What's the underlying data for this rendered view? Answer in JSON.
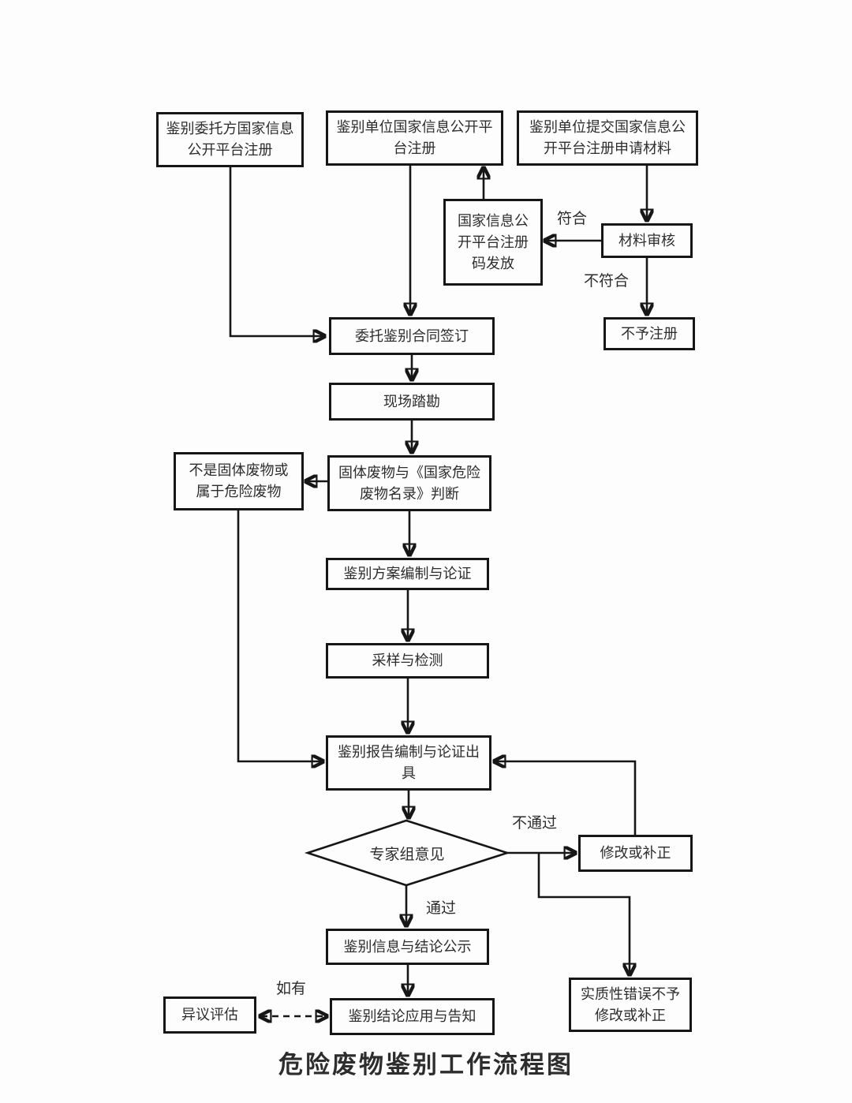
{
  "title": "危险废物鉴别工作流程图",
  "nodes": {
    "client_register": {
      "label": "鉴别委托方国家信息公开平台注册"
    },
    "unit_register": {
      "label": "鉴别单位国家信息公开平台注册"
    },
    "unit_submit": {
      "label": "鉴别单位提交国家信息公开平台注册申请材料"
    },
    "code_issue": {
      "label": "国家信息公开平台注册码发放"
    },
    "material_review": {
      "label": "材料审核"
    },
    "no_register": {
      "label": "不予注册"
    },
    "contract": {
      "label": "委托鉴别合同签订"
    },
    "site_survey": {
      "label": "现场踏勘"
    },
    "solid_waste_judge": {
      "label": "固体废物与《国家危险废物名录》判断"
    },
    "not_solid_waste": {
      "label": "不是固体废物或属于危险废物"
    },
    "plan": {
      "label": "鉴别方案编制与论证"
    },
    "sampling": {
      "label": "采样与检测"
    },
    "report": {
      "label": "鉴别报告编制与论证出具"
    },
    "expert_opinion": {
      "label": "专家组意见"
    },
    "revise": {
      "label": "修改或补正"
    },
    "substantive_error": {
      "label": "实质性错误不予修改或补正"
    },
    "publicity": {
      "label": "鉴别信息与结论公示"
    },
    "application_notify": {
      "label": "鉴别结论应用与告知"
    },
    "objection_assess": {
      "label": "异议评估"
    }
  },
  "edge_labels": {
    "comply": "符合",
    "not_comply": "不符合",
    "not_pass": "不通过",
    "pass": "通过",
    "if_any": "如有"
  },
  "colors": {
    "line": "#161616",
    "text": "#2d2d2d",
    "background": "#fdfdfd"
  }
}
